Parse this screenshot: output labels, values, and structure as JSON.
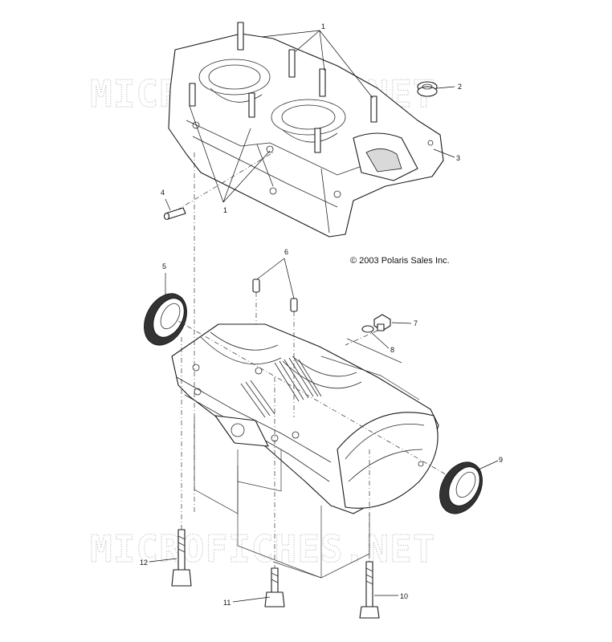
{
  "copyright": "© 2003 Polaris Sales Inc.",
  "watermark": "MICROFICHES.NET",
  "callouts": {
    "c1_top": "1",
    "c1_bottom": "1",
    "c2": "2",
    "c3": "3",
    "c4": "4",
    "c5": "5",
    "c6": "6",
    "c7": "7",
    "c8": "8",
    "c9": "9",
    "c10": "10",
    "c11": "11",
    "c12": "12"
  }
}
